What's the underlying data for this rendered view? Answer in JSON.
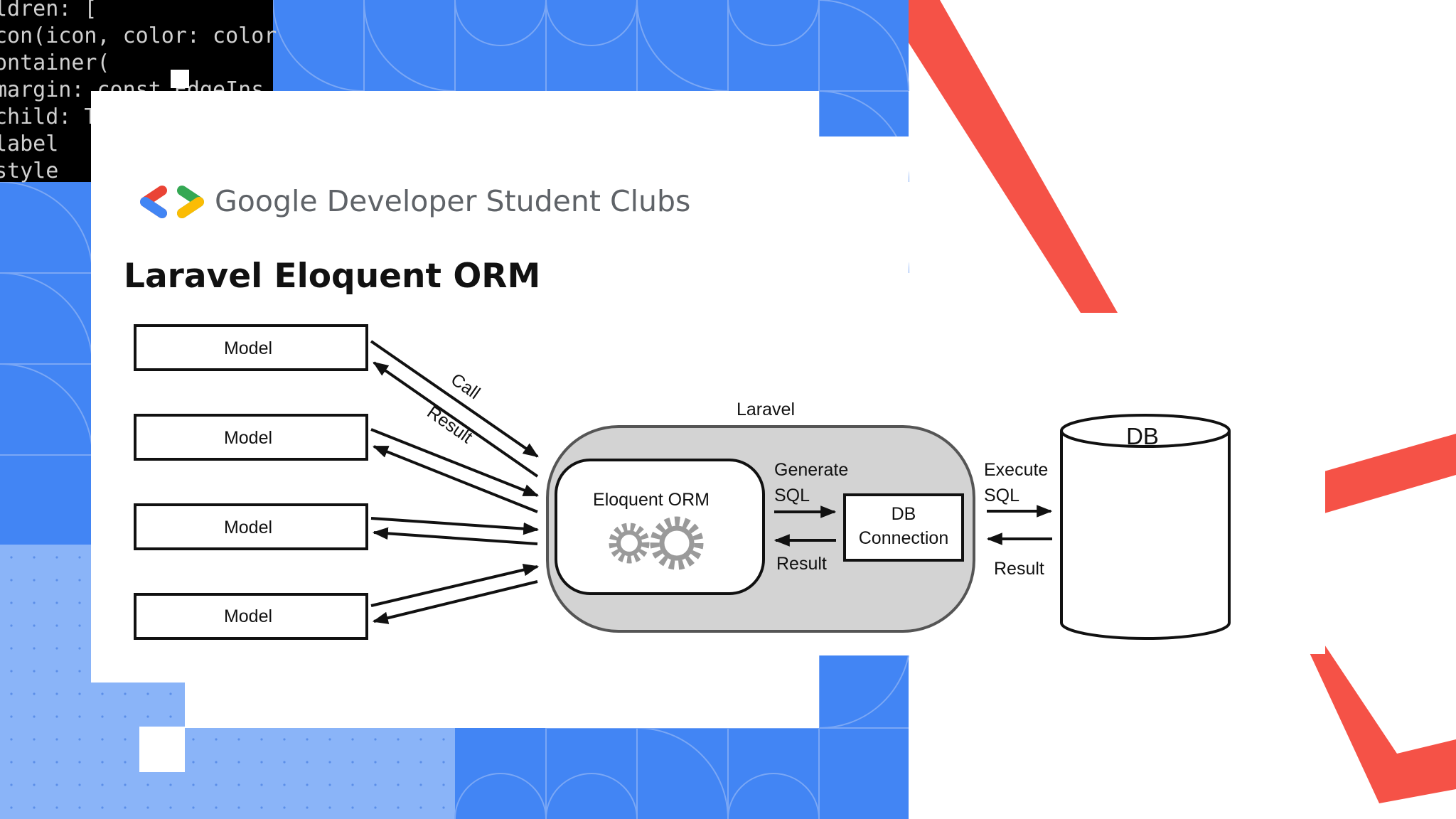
{
  "code_snippet": {
    "lines": [
      "ldren: [",
      "con(icon, color: color",
      "ontainer(",
      " margin: const EdgeIns",
      " child: Text(",
      "   label",
      "   style"
    ]
  },
  "branding": {
    "org_name": "Google Developer Student Clubs"
  },
  "slide": {
    "title": "Laravel Eloquent ORM"
  },
  "diagram": {
    "models": [
      "Model",
      "Model",
      "Model",
      "Model"
    ],
    "call_label": "Call",
    "result_label": "Result",
    "laravel_label": "Laravel",
    "orm_label": "Eloquent ORM",
    "generate_line1": "Generate",
    "generate_line2": "SQL",
    "orm_result_label": "Result",
    "dbconn_line1": "DB",
    "dbconn_line2": "Connection",
    "execute_line1": "Execute",
    "execute_line2": "SQL",
    "db_result_label": "Result",
    "db_label": "DB"
  },
  "colors": {
    "google_blue": "#4285f4",
    "light_blue": "#8ab4f8",
    "laravel_red": "#f55247",
    "code_bg": "#000000",
    "diagram_container": "#d3d3d3"
  }
}
